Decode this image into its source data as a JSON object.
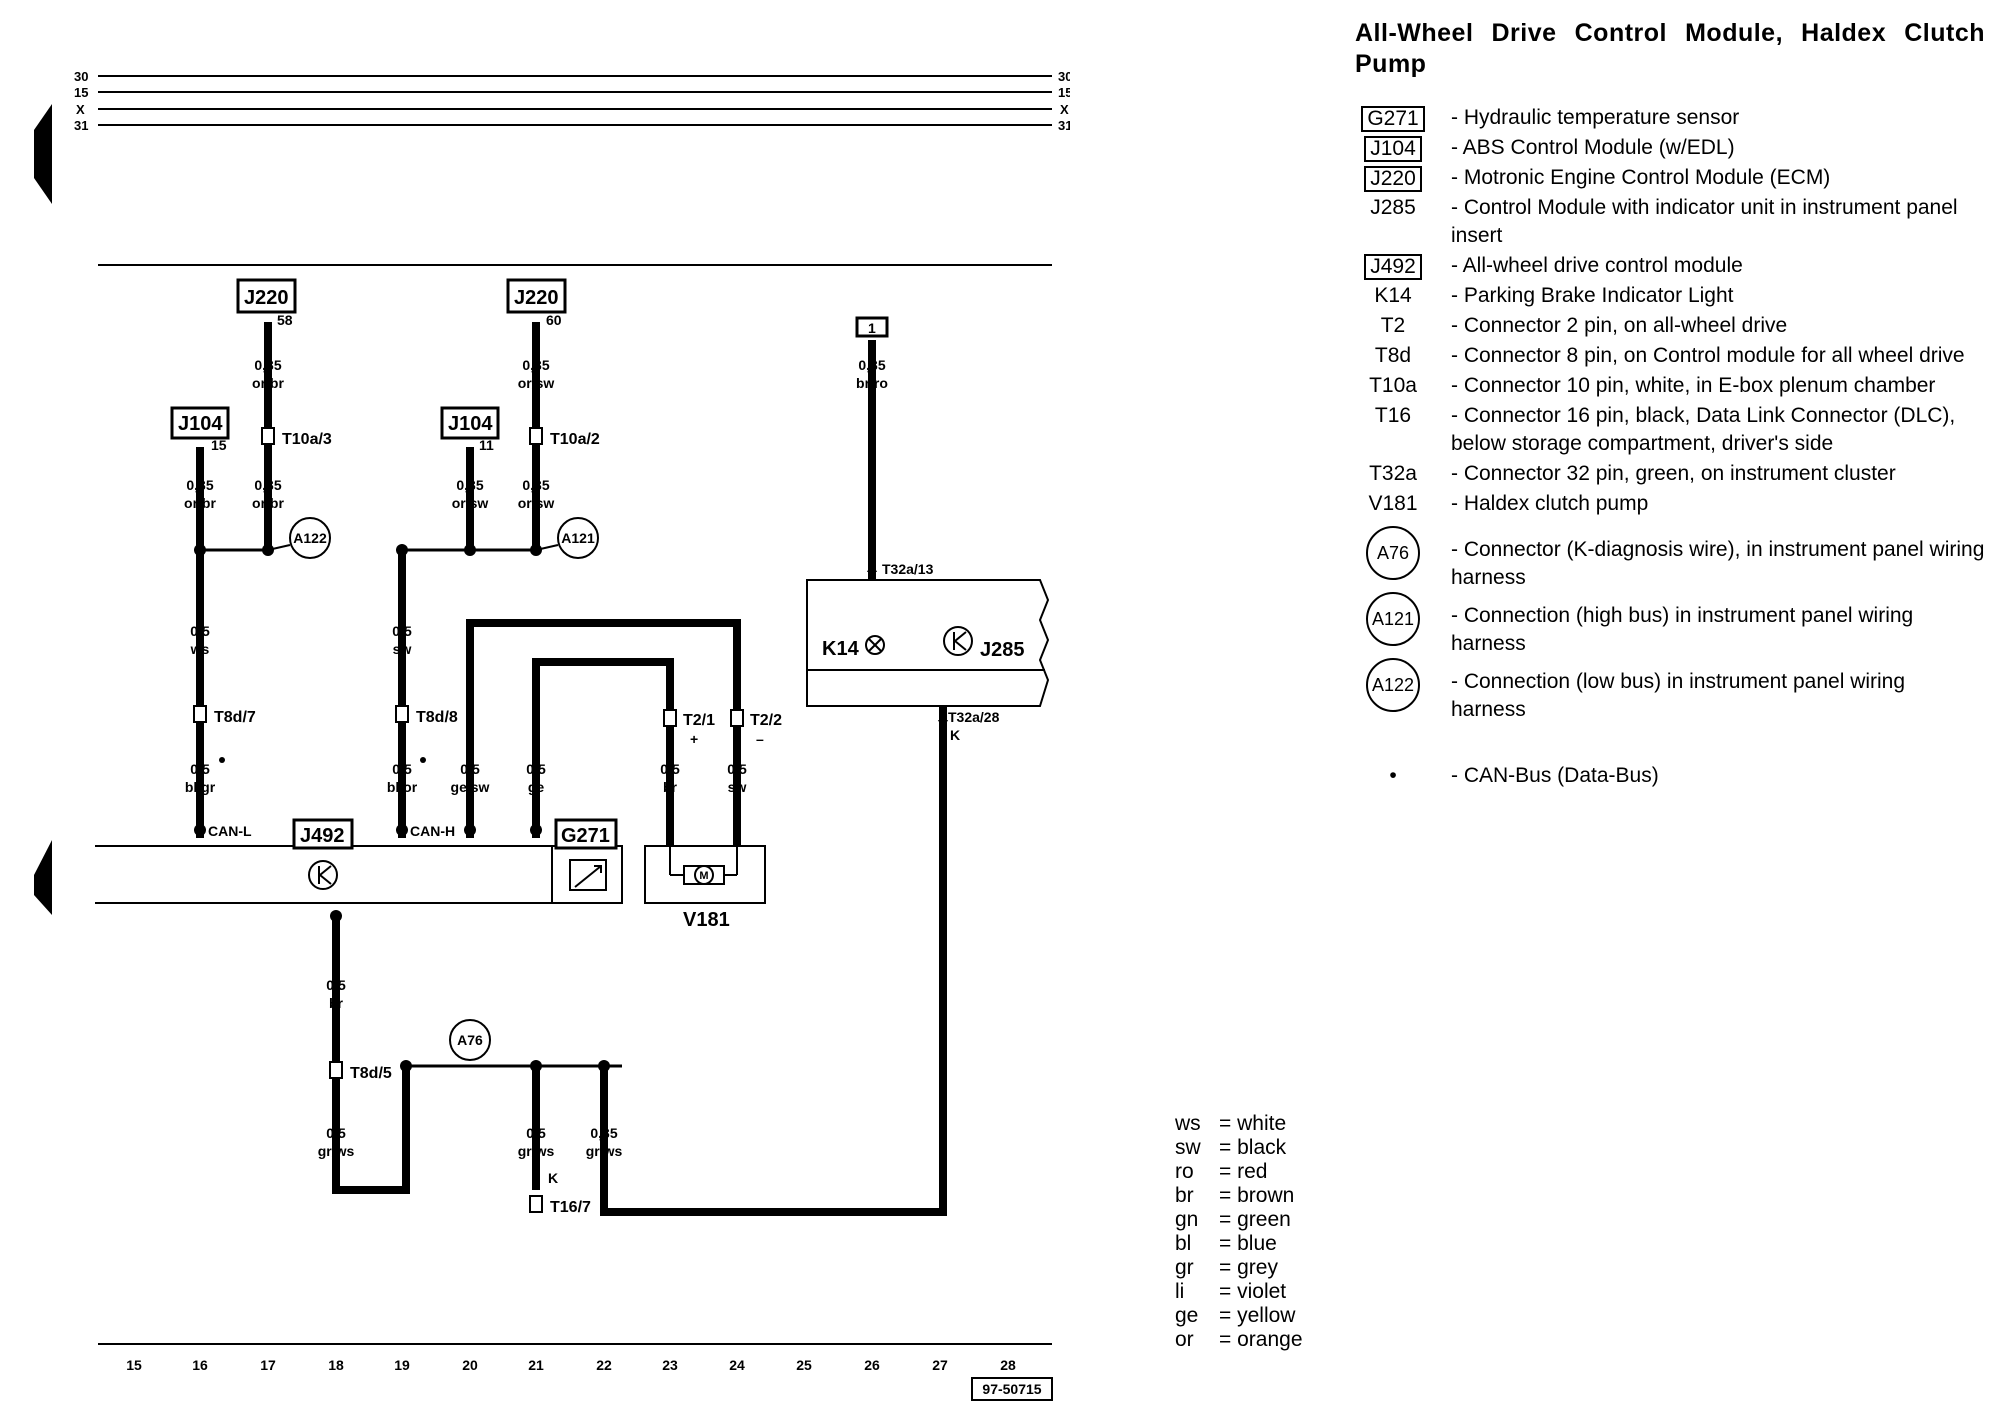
{
  "title": "All-Wheel Drive Control Module, Haldex Clutch Pump",
  "rails": [
    "30",
    "15",
    "X",
    "31"
  ],
  "legend": [
    {
      "code": "G271",
      "style": "boxed",
      "desc": "Hydraulic temperature sensor"
    },
    {
      "code": "J104",
      "style": "boxed",
      "desc": "ABS Control Module (w/EDL)"
    },
    {
      "code": "J220",
      "style": "boxed",
      "desc": "Motronic Engine Control Module (ECM)"
    },
    {
      "code": "J285",
      "style": "plain",
      "desc": "Control Module with indicator unit in instrument panel insert"
    },
    {
      "code": "J492",
      "style": "boxed",
      "desc": "All-wheel drive control module"
    },
    {
      "code": "K14",
      "style": "plain",
      "desc": "Parking Brake Indicator Light"
    },
    {
      "code": "T2",
      "style": "plain",
      "desc": "Connector 2 pin, on all-wheel drive"
    },
    {
      "code": "T8d",
      "style": "plain",
      "desc": "Connector 8 pin, on Control module for all wheel drive"
    },
    {
      "code": "T10a",
      "style": "plain",
      "desc": "Connector 10 pin, white, in E-box plenum chamber"
    },
    {
      "code": "T16",
      "style": "plain",
      "desc": "Connector 16 pin, black, Data Link Connector (DLC), below storage compartment, driver's side"
    },
    {
      "code": "T32a",
      "style": "plain",
      "desc": "Connector 32 pin, green, on instrument cluster"
    },
    {
      "code": "V181",
      "style": "plain",
      "desc": "Haldex clutch pump"
    },
    {
      "code": "A76",
      "style": "circled",
      "desc": "Connector (K-diagnosis wire), in instrument panel wiring harness"
    },
    {
      "code": "A121",
      "style": "circled",
      "desc": "Connection (high bus) in instrument panel wiring harness"
    },
    {
      "code": "A122",
      "style": "circled",
      "desc": "Connection (low bus) in instrument panel wiring harness"
    },
    {
      "code": "•",
      "style": "plain",
      "desc": "CAN-Bus (Data-Bus)"
    }
  ],
  "color_key": [
    {
      "abbr": "ws",
      "color": "white"
    },
    {
      "abbr": "sw",
      "color": "black"
    },
    {
      "abbr": "ro",
      "color": "red"
    },
    {
      "abbr": "br",
      "color": "brown"
    },
    {
      "abbr": "gn",
      "color": "green"
    },
    {
      "abbr": "bl",
      "color": "blue"
    },
    {
      "abbr": "gr",
      "color": "grey"
    },
    {
      "abbr": "li",
      "color": "violet"
    },
    {
      "abbr": "ge",
      "color": "yellow"
    },
    {
      "abbr": "or",
      "color": "orange"
    }
  ],
  "components": {
    "j220": "J220",
    "j220_pin_a": "58",
    "j220_pin_b": "60",
    "j104": "J104",
    "j104_pin_a": "15",
    "j104_pin_b": "11",
    "j492": "J492",
    "g271": "G271",
    "v181": "V181",
    "k14": "K14",
    "j285": "J285",
    "ref1": "1",
    "a122": "A122",
    "a121": "A121",
    "a76": "A76"
  },
  "connectors": {
    "t10a3": "T10a/3",
    "t10a2": "T10a/2",
    "t8d7": "T8d/7",
    "t8d8": "T8d/8",
    "t8d5": "T8d/5",
    "t21": "T2/1",
    "t22": "T2/2",
    "t167": "T16/7",
    "t32a13": "T32a/13",
    "t32a28": "T32a/28"
  },
  "wires": {
    "w_j220_58": [
      "0,35",
      "or/br"
    ],
    "w_j220_60": [
      "0,35",
      "or/sw"
    ],
    "w_ref1": [
      "0,35",
      "br/ro"
    ],
    "w_j104_15": [
      "0,35",
      "or/br"
    ],
    "w_t10a3": [
      "0,35",
      "or/br"
    ],
    "w_j104_11": [
      "0,35",
      "or/sw"
    ],
    "w_t10a2": [
      "0,35",
      "or/sw"
    ],
    "w_ws": [
      "0,5",
      "ws"
    ],
    "w_sw": [
      "0,5",
      "sw"
    ],
    "w_blgr": [
      "0,5",
      "bl/gr"
    ],
    "w_blor": [
      "0,5",
      "bl/or"
    ],
    "w_gesw": [
      "0,5",
      "ge/sw"
    ],
    "w_ge": [
      "0,5",
      "ge"
    ],
    "w_br": [
      "0,5",
      "br"
    ],
    "w_sw24": [
      "0,5",
      "sw"
    ],
    "w_br18": [
      "0,5",
      "br"
    ],
    "w_grws18": [
      "0,5",
      "gr/ws"
    ],
    "w_grws21": [
      "0,5",
      "gr/ws"
    ],
    "w_grws22": [
      "0,35",
      "gr/ws"
    ]
  },
  "signals": {
    "can_l": "CAN-L",
    "can_h": "CAN-H",
    "k_line": "K",
    "k_line2": "K",
    "plus": "+",
    "minus": "–",
    "motor": "M"
  },
  "tracks": [
    "15",
    "16",
    "17",
    "18",
    "19",
    "20",
    "21",
    "22",
    "23",
    "24",
    "25",
    "26",
    "27",
    "28"
  ],
  "doc_number": "97-50715"
}
